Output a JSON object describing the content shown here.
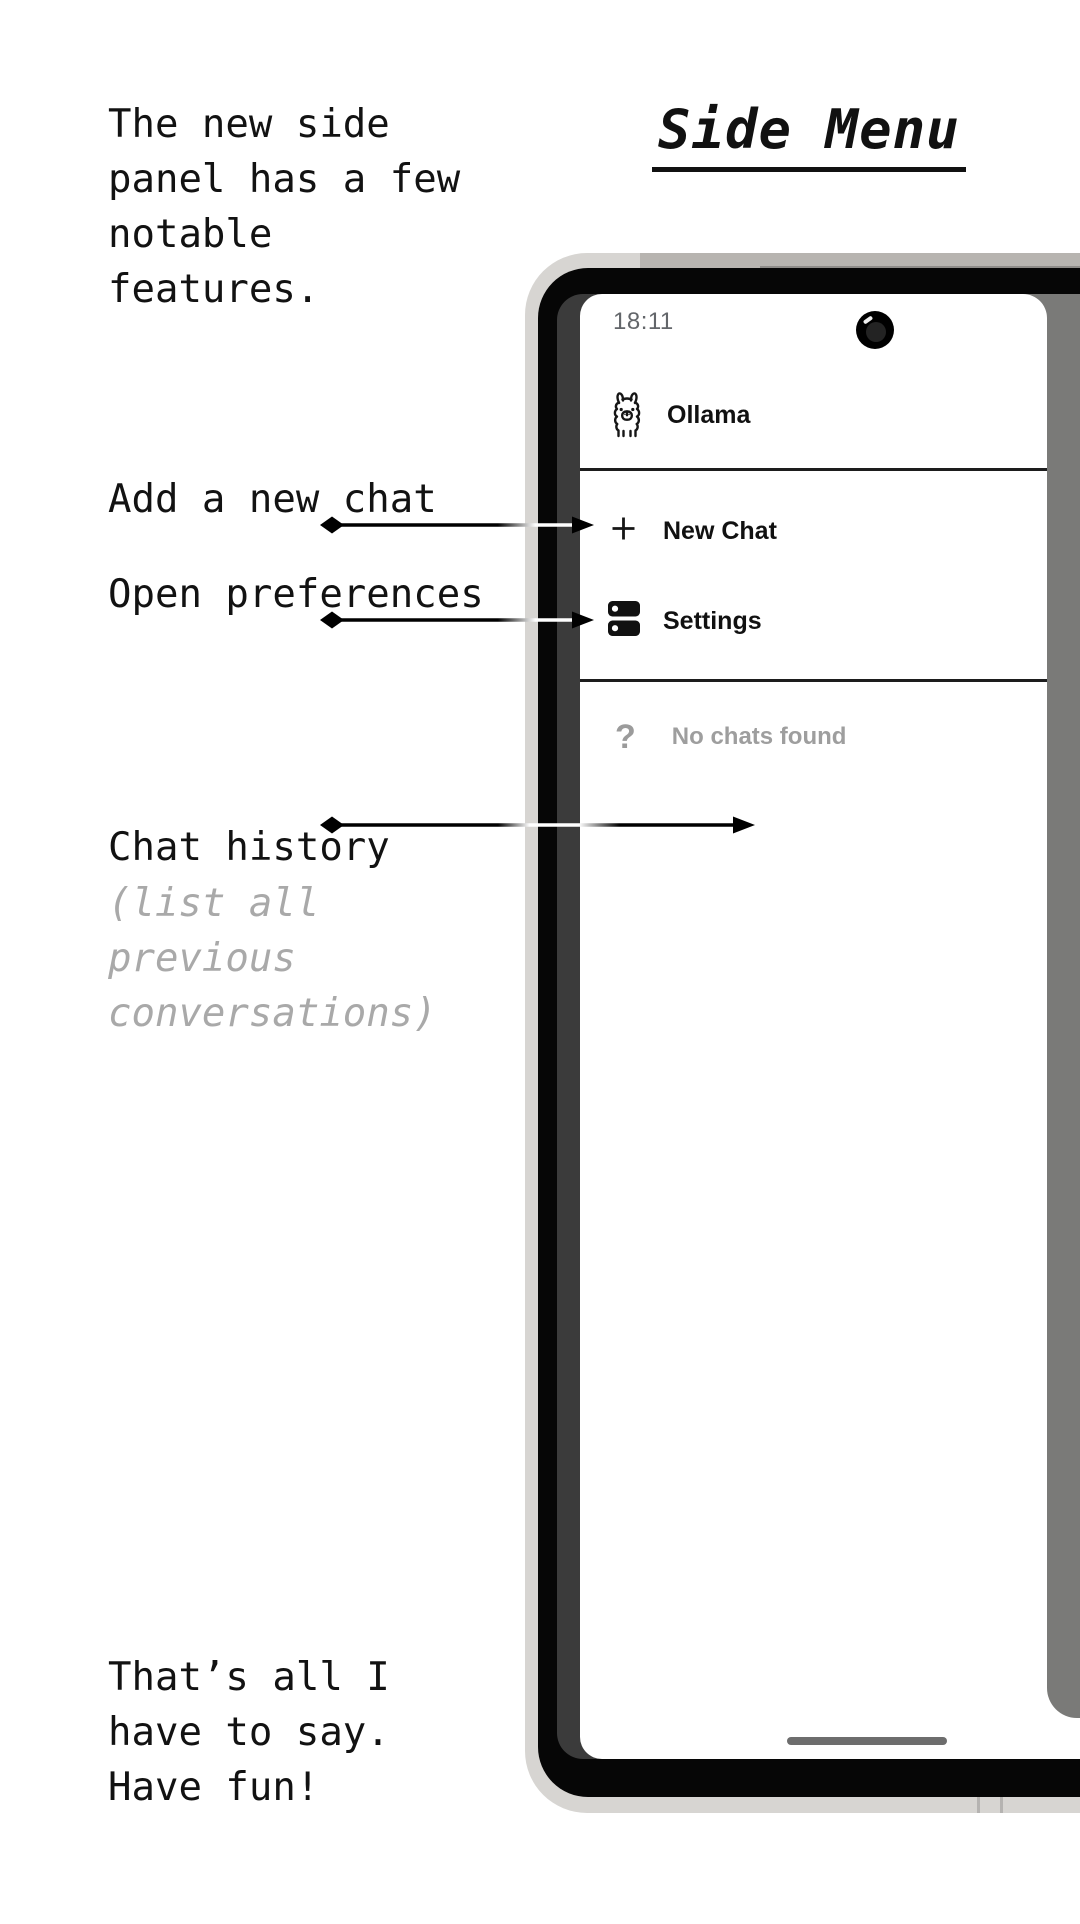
{
  "page": {
    "title": "Side Menu",
    "annotations": {
      "intro": "The new side\npanel has a few\nnotable\nfeatures.",
      "add_chat": "Add a new chat",
      "preferences": "Open preferences",
      "history": "Chat history",
      "history_note": "(list all\nprevious\nconversations)",
      "outro": "That’s all I\nhave to say.\nHave fun!"
    }
  },
  "phone": {
    "status_bar": {
      "time": "18:11"
    },
    "drawer": {
      "app_name": "Ollama",
      "app_icon": "llama-icon",
      "items": [
        {
          "label": "New Chat",
          "icon": "plus-icon"
        },
        {
          "label": "Settings",
          "icon": "dns-icon"
        }
      ],
      "empty_state": {
        "icon": "question-mark-icon",
        "text": "No chats found"
      }
    }
  },
  "colors": {
    "frame_light": "#d7d5d2",
    "frame_shade": "#b7b4b0",
    "bezel": "#060606",
    "screen_edge": "#3b3b3b",
    "scrim": "#7a7a78",
    "divider": "#1d1d1d",
    "label_text": "#111111",
    "muted_text": "#9e9e9e",
    "status_text": "#63666a",
    "annotation_text": "#121212",
    "annotation_muted": "#a9a9a9",
    "home_indicator": "#6d6d6d"
  }
}
